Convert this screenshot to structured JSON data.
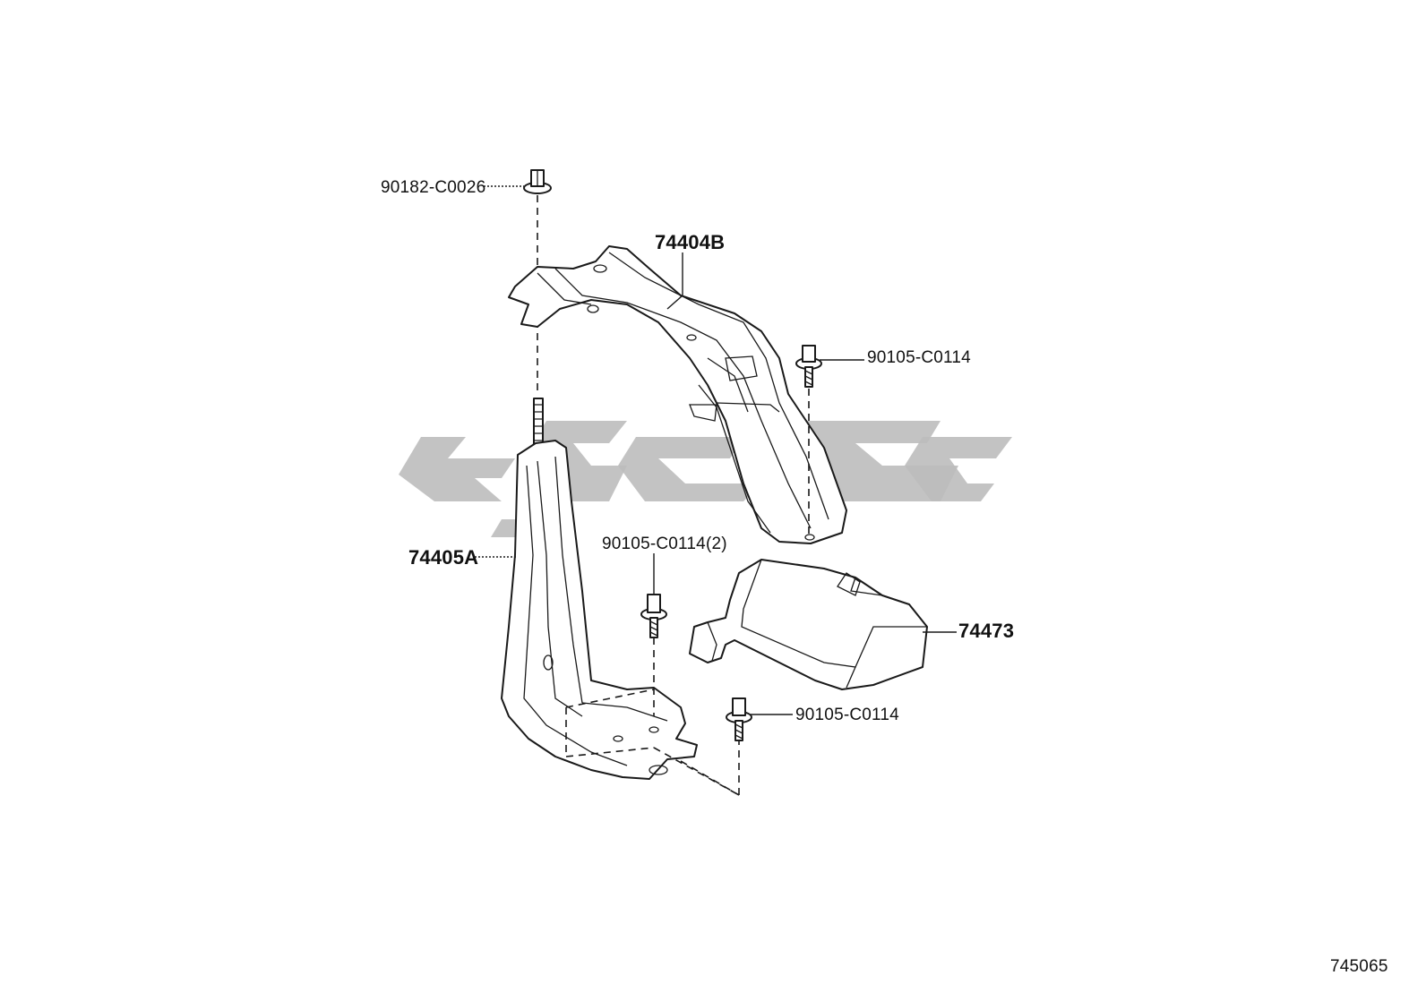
{
  "labels": {
    "nut_top": "90182-C0026",
    "bracket_upper": "74404B",
    "bolt_right": "90105-C0114",
    "bracket_lower": "74405A",
    "bolt_center": "90105-C0114(2)",
    "cover": "74473",
    "bolt_bottom": "90105-C0114",
    "diagram_number": "745065"
  },
  "colors": {
    "line": "#1a1a1a",
    "watermark": "#bdbdbd"
  }
}
